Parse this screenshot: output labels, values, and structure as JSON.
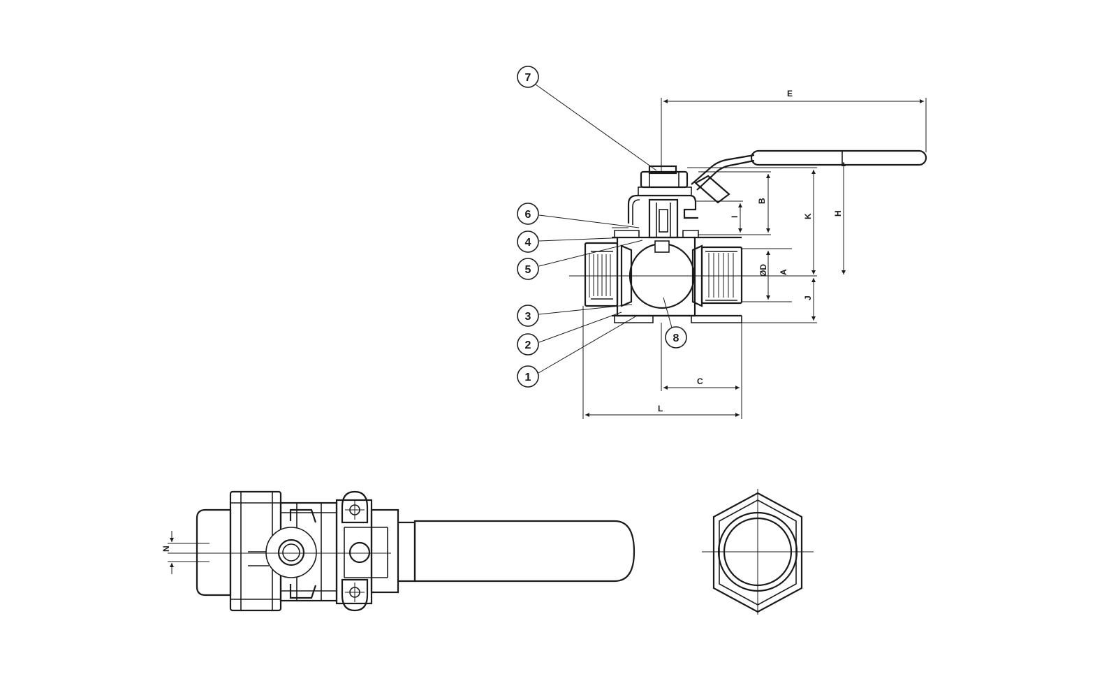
{
  "balloons": [
    "7",
    "6",
    "4",
    "5",
    "3",
    "2",
    "1",
    "8"
  ],
  "dimensions": {
    "E": "E",
    "B": "B",
    "I": "I",
    "K": "K",
    "H": "H",
    "A": "A",
    "D": "ØD",
    "J": "J",
    "C": "C",
    "L": "L",
    "N": "N"
  }
}
